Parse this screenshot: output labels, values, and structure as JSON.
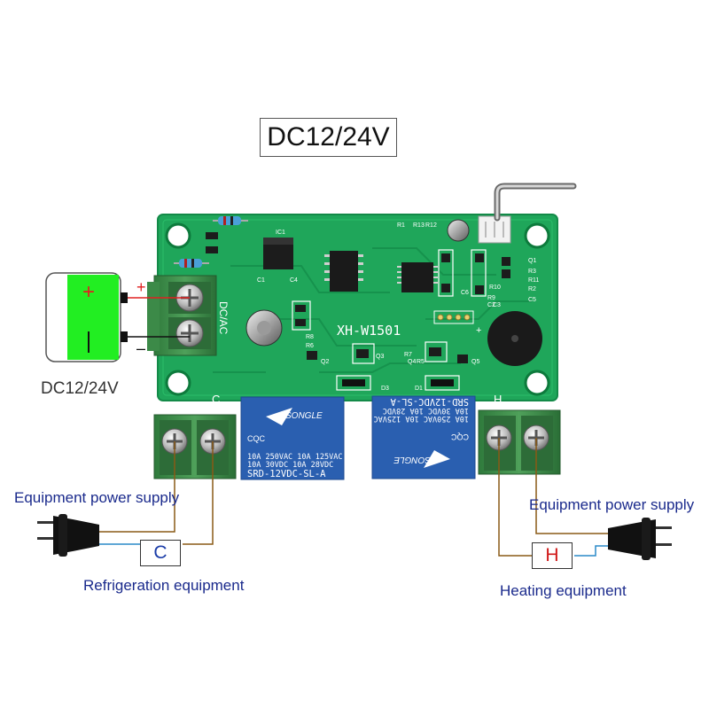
{
  "title": "DC12/24V",
  "power": {
    "label": "DC12/24V",
    "plus_sign": "+",
    "minus_sign": "–",
    "terminal_plus": "+",
    "terminal_minus": "–"
  },
  "board": {
    "model_label": "XH-W1501",
    "input_label": "DC/AC",
    "c_label": "C",
    "h_label": "H",
    "ic_labels": [
      "IC1",
      "R1",
      "R13",
      "R12",
      "R11",
      "C4",
      "C1",
      "R8",
      "R6",
      "Q2",
      "Q1",
      "R9",
      "R3",
      "R2",
      "C5",
      "Q3",
      "Q4",
      "R5",
      "R7",
      "D3",
      "D1",
      "Q5",
      "R10",
      "C6",
      "C2",
      "C3"
    ],
    "relay_left": {
      "brand": "SONGLE",
      "line1": "10A 250VAC  10A 125VAC",
      "line2": "10A 30VDC  10A 28VDC",
      "model": "SRD-12VDC-SL-A",
      "cqc": "CQC"
    },
    "relay_right": {
      "brand": "SONGLE",
      "line1": "10A 250VAC  10A 125VAC",
      "line2": "10A 30VDC  10A 28VDC",
      "model": "SRD-12VDC-SL-A",
      "cqc": "CQC"
    }
  },
  "left_circuit": {
    "supply_label": "Equipment power supply",
    "device_code": "C",
    "device_label": "Refrigeration equipment"
  },
  "right_circuit": {
    "supply_label": "Equipment power supply",
    "device_code": "H",
    "device_label": "Heating equipment"
  },
  "colors": {
    "pcb": "#1fa65a",
    "pcb_dark": "#13894a",
    "terminal": "#3c8a48",
    "battery": "#22ee22",
    "relay": "#2a5fb0",
    "wire_brown": "#8a5a16",
    "wire_blue": "#2a8ac8",
    "wire_red": "#e02020",
    "title_text": "#111111",
    "label_blue": "#1a2a8c",
    "c_code": "#1a3ca8",
    "h_code": "#d01818"
  }
}
